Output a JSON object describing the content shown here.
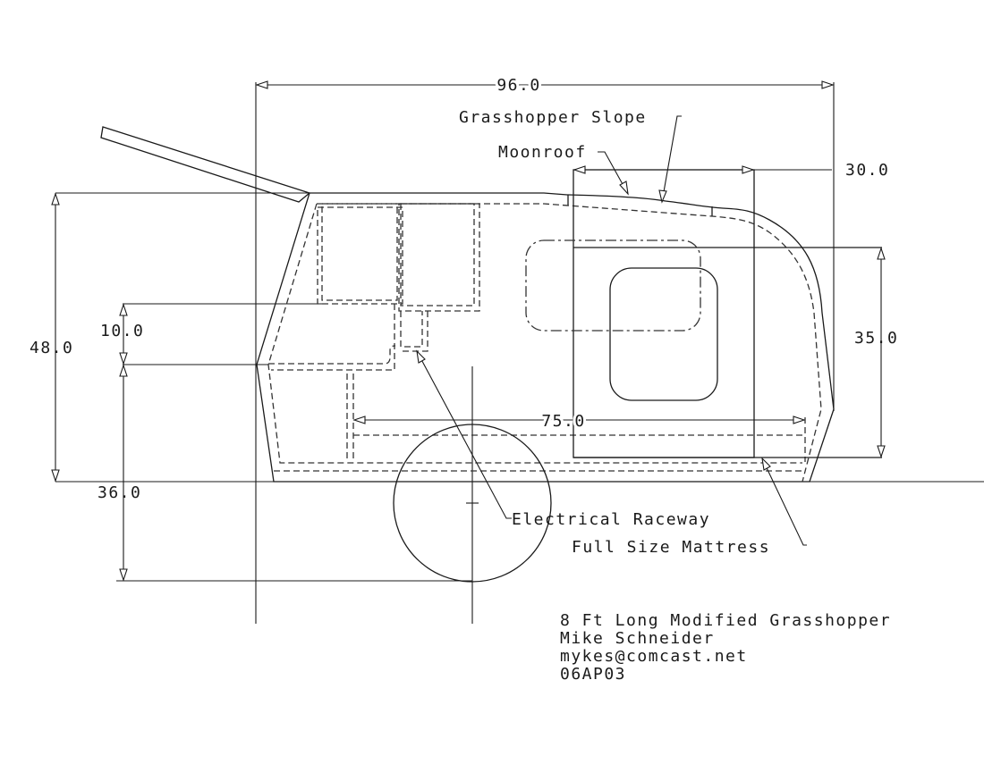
{
  "drawing": {
    "title_block": {
      "title": "8 Ft Long Modified Grasshopper",
      "author": "Mike Schneider",
      "email": "mykes@comcast.net",
      "date": "06AP03"
    },
    "dimensions": {
      "overall_length": "96.0",
      "moonroof_width": "30.0",
      "overall_height": "48.0",
      "nose_step": "10.0",
      "ground_to_floor": "36.0",
      "window_height": "35.0",
      "mattress_length": "75.0"
    },
    "callouts": {
      "grasshopper_slope": "Grasshopper Slope",
      "moonroof": "Moonroof",
      "electrical_raceway": "Electrical Raceway",
      "full_size_mattress": "Full Size Mattress"
    },
    "colors": {
      "line": "#1a1a1a",
      "hidden_line": "#333333",
      "background": "#ffffff"
    }
  }
}
